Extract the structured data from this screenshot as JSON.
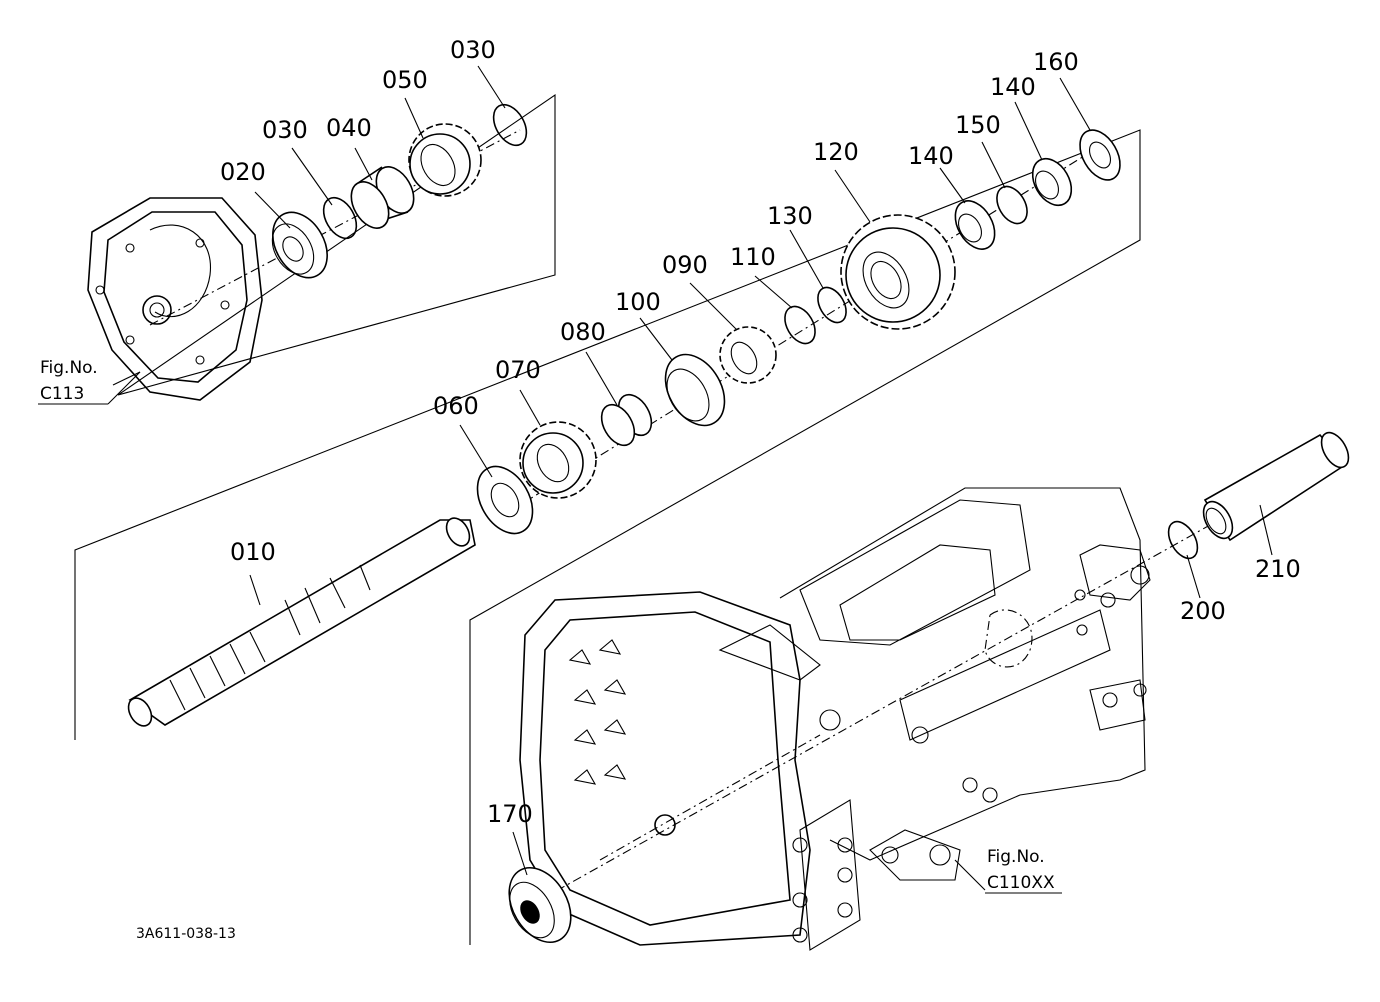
{
  "diagram": {
    "drawing_code": "3A611-038-13",
    "part_labels": [
      "010",
      "020",
      "030",
      "040",
      "050",
      "030",
      "060",
      "070",
      "080",
      "100",
      "090",
      "110",
      "130",
      "120",
      "140",
      "150",
      "140",
      "160",
      "170",
      "200",
      "210"
    ],
    "references": [
      {
        "line1": "Fig.No.",
        "line2": "C113"
      },
      {
        "line1": "Fig.No.",
        "line2": "C110XX"
      }
    ]
  }
}
